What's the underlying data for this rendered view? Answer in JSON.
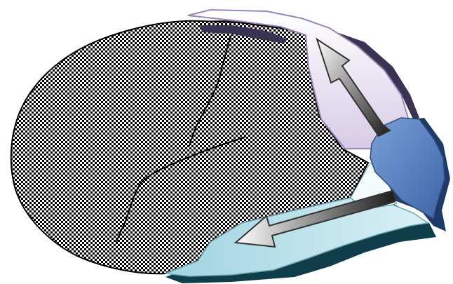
{
  "diagram": {
    "description_free": true,
    "regions": [
      {
        "id": "frontal-parietal-temporal-textured",
        "fill": "checker-pattern"
      },
      {
        "id": "dorsal-stream-region",
        "fill": "#e6dff0",
        "stroke": "#9a86b8"
      },
      {
        "id": "occipital-region",
        "fill": "#5b84c4",
        "stroke": "#2a4a7a"
      },
      {
        "id": "ventral-stream-region",
        "fill": "#c3e6ee",
        "stroke": "#6aa6b6"
      },
      {
        "id": "temporal-white-band",
        "fill": "#f3fafc"
      }
    ],
    "arrows": [
      {
        "id": "dorsal-arrow",
        "direction": "up-left",
        "gradient": [
          "#ffffff",
          "#1c1c1c"
        ]
      },
      {
        "id": "ventral-arrow",
        "direction": "left",
        "gradient": [
          "#ffffff",
          "#1c1c1c"
        ]
      }
    ],
    "colors": {
      "shadow": "#0f3d4a",
      "outline": "#000000",
      "accent_dark": "#3b3352"
    }
  }
}
